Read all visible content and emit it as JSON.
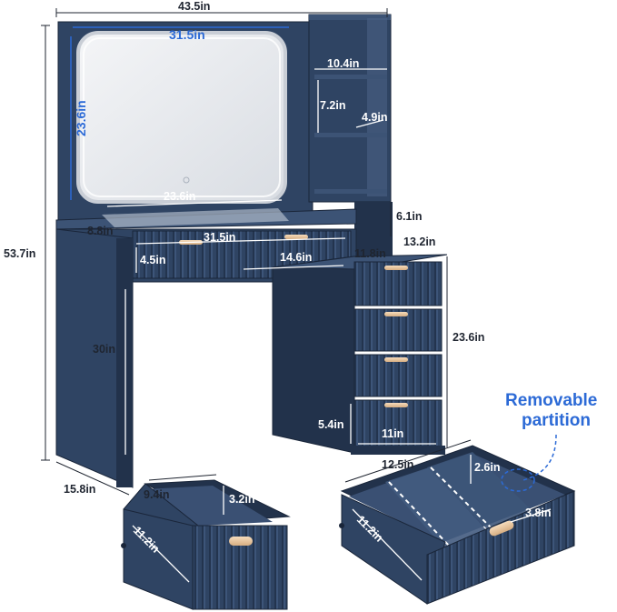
{
  "dimensions": {
    "total_width": "43.5in",
    "mirror_width": "31.5in",
    "mirror_height": "23.6in",
    "total_height": "53.7in",
    "shelf_width": "10.4in",
    "shelf_height": "7.2in",
    "shelf_depth": "4.9in",
    "tabletop_inner_width": "23.6in",
    "tabletop_depth": "8.8in",
    "drawer_width": "31.5in",
    "cabinet_gap": "6.1in",
    "cabinet_depth": "13.2in",
    "cabinet_top_width": "11.8in",
    "drawer_height": "4.5in",
    "drawer_inner_width": "14.6in",
    "leg_height": "30in",
    "cabinet_height": "23.6in",
    "cabinet_drawer_height": "5.4in",
    "cabinet_drawer_width": "11in",
    "desk_depth": "15.8in",
    "left_drawer_width": "9.4in",
    "left_drawer_height": "3.2in",
    "left_drawer_depth": "11.2in",
    "right_drawer_width": "12.5in",
    "right_drawer_height": "2.6in",
    "right_drawer_side": "3.8in",
    "right_drawer_depth": "11.2in"
  },
  "note": {
    "line1": "Removable",
    "line2": "partition"
  },
  "colors": {
    "furniture": "#2f4463",
    "accent": "#2c6ad6",
    "handle": "#e9c9a3"
  }
}
